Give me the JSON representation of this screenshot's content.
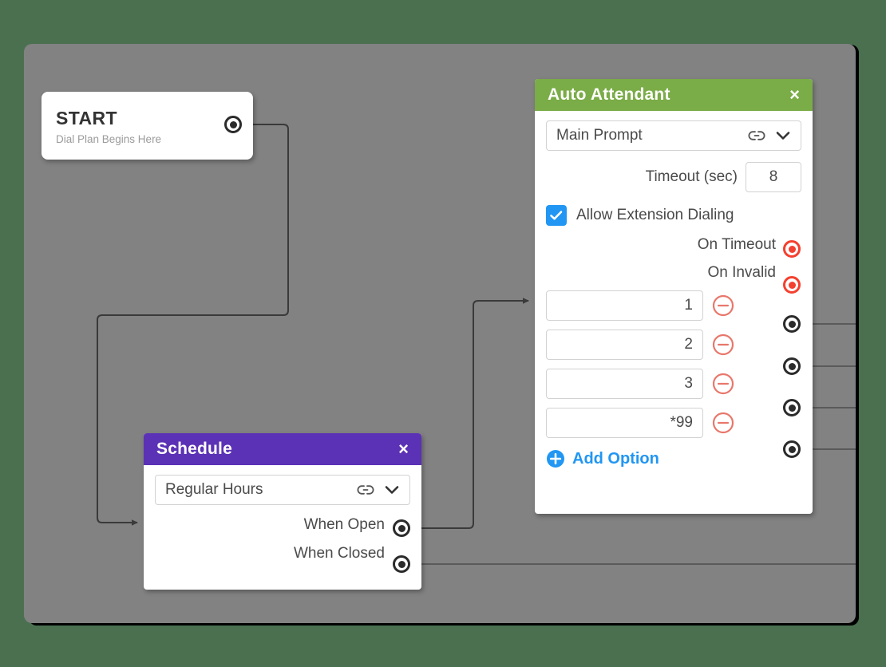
{
  "canvas": {
    "background_color": "#828282",
    "page_background_color": "#4a7050"
  },
  "nodes": {
    "start": {
      "title": "START",
      "subtitle": "Dial Plan Begins Here",
      "out_port_name": "start-output-port"
    },
    "auto_attendant": {
      "header_title": "Auto Attendant",
      "header_color": "#7aac47",
      "close_label": "×",
      "prompt": {
        "value": "Main Prompt",
        "link_icon": "link-icon",
        "chevron_icon": "chevron-down-icon"
      },
      "timeout": {
        "label": "Timeout (sec)",
        "value": "8"
      },
      "allow_extension_dialing": {
        "label": "Allow Extension Dialing",
        "checked": true,
        "color": "#2196f3"
      },
      "on_timeout": {
        "label": "On Timeout",
        "port_color": "#f4402f"
      },
      "on_invalid": {
        "label": "On Invalid",
        "port_color": "#f4402f"
      },
      "options": [
        {
          "value": "1",
          "remove_icon": "minus-circle-icon"
        },
        {
          "value": "2",
          "remove_icon": "minus-circle-icon"
        },
        {
          "value": "3",
          "remove_icon": "minus-circle-icon"
        },
        {
          "value": "*99",
          "remove_icon": "minus-circle-icon"
        }
      ],
      "add_option": {
        "label": "Add Option",
        "icon": "plus-circle-icon",
        "color": "#2196f3"
      }
    },
    "schedule": {
      "header_title": "Schedule",
      "header_color": "#5b32b5",
      "close_label": "×",
      "hours": {
        "value": "Regular Hours",
        "link_icon": "link-icon",
        "chevron_icon": "chevron-down-icon"
      },
      "when_open": {
        "label": "When Open"
      },
      "when_closed": {
        "label": "When Closed"
      }
    }
  }
}
